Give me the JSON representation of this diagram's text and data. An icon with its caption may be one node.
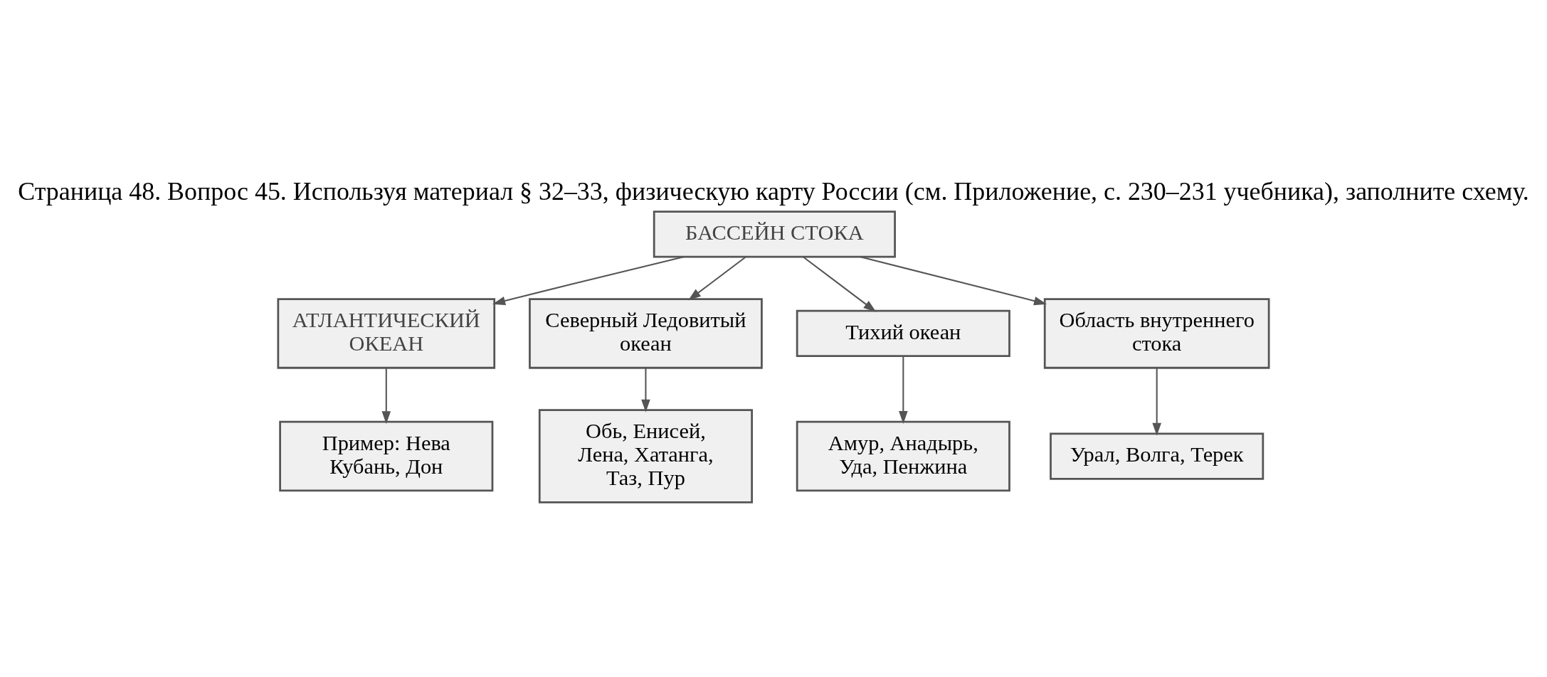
{
  "diagram": {
    "title": "Страница 48. Вопрос 45. Используя материал § 32–33, физическую карту России (см. Приложение, с. 230–231 учебника), заполните схему.",
    "nodes": [
      {
        "text": [
          "БАССЕЙН СТОКА"
        ]
      },
      {
        "text": [
          "АТЛАНТИЧЕСКИЙ ОКЕАН"
        ]
      },
      {
        "text": [
          "Северный Ледовитый океан"
        ]
      },
      {
        "text": [
          "Тихий океан"
        ]
      },
      {
        "text": [
          "Область внутреннего стока"
        ]
      },
      {
        "text": [
          "Пример: Нева",
          "Кубань, Дон"
        ]
      },
      {
        "text": [
          "Обь, Енисей, Лена, Хатанга, Таз, Пур"
        ]
      },
      {
        "text": [
          "Амур, Анадырь, Уда, Пенжина"
        ]
      },
      {
        "text": [
          "Урал, Волга, Терек"
        ]
      }
    ],
    "edges": [
      {
        "from": 0,
        "to": 1,
        "arrow": "to"
      },
      {
        "from": 0,
        "to": 2,
        "arrow": "to"
      },
      {
        "from": 0,
        "to": 3,
        "arrow": "to"
      },
      {
        "from": 0,
        "to": 4,
        "arrow": "to"
      },
      {
        "from": 1,
        "to": 5,
        "arrow": "to"
      },
      {
        "from": 2,
        "to": 6,
        "arrow": "to"
      },
      {
        "from": 3,
        "to": 7,
        "arrow": "to"
      },
      {
        "from": 4,
        "to": 8,
        "arrow": "to"
      }
    ]
  }
}
